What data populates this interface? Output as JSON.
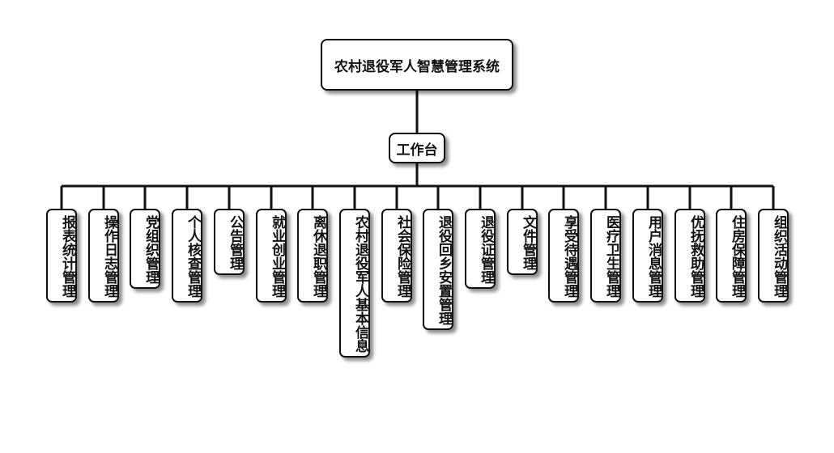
{
  "root": {
    "label": "农村退役军人智慧管理系统"
  },
  "hub": {
    "label": "工作台"
  },
  "modules": [
    {
      "label": "报表统计管理"
    },
    {
      "label": "操作日志管理"
    },
    {
      "label": "党组织管理"
    },
    {
      "label": "个人核查管理"
    },
    {
      "label": "公告管理"
    },
    {
      "label": "就业创业管理"
    },
    {
      "label": "离休退职管理"
    },
    {
      "label": "农村退役军人基本信息"
    },
    {
      "label": "社会保险管理"
    },
    {
      "label": "退役回乡安置管理"
    },
    {
      "label": "退役证管理"
    },
    {
      "label": "文件管理"
    },
    {
      "label": "享受待遇管理"
    },
    {
      "label": "医疗卫生管理"
    },
    {
      "label": "用户消息管理"
    },
    {
      "label": "优抚救助管理"
    },
    {
      "label": "住房保障管理"
    },
    {
      "label": "组织活动管理"
    }
  ]
}
